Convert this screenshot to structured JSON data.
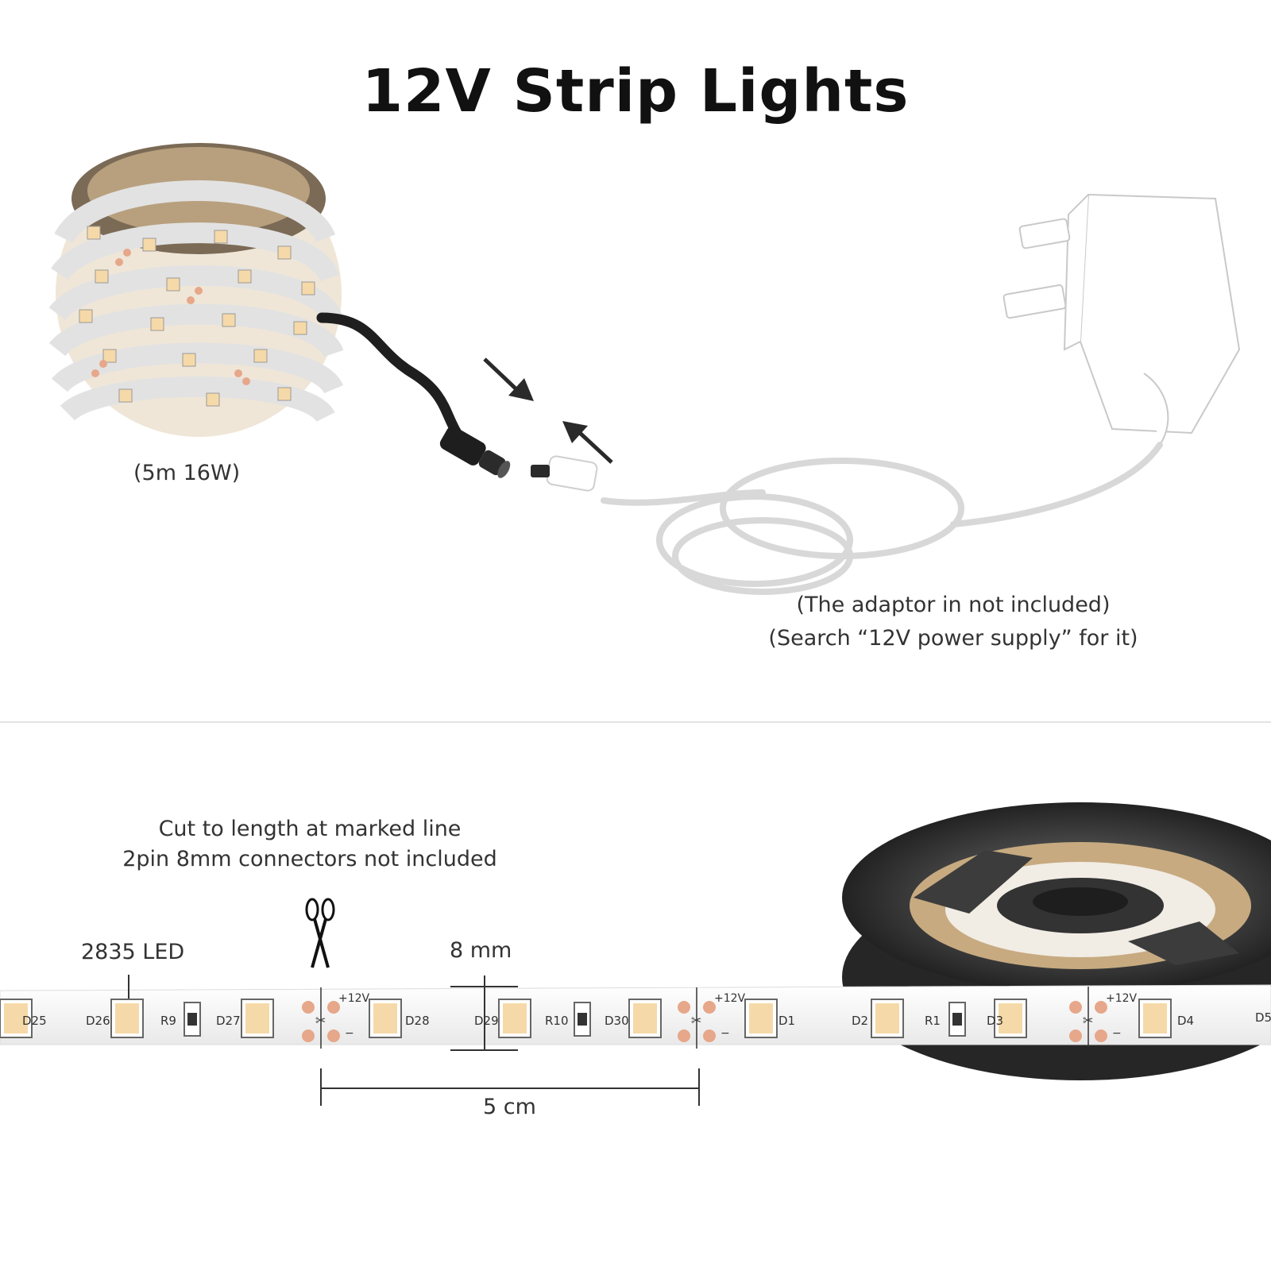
{
  "title": "12V Strip Lights",
  "roll_caption": "(5m 16W)",
  "adaptor": {
    "line1": "(The adaptor in not included)",
    "line2": "(Search “12V power supply” for it)"
  },
  "cut": {
    "line1": "Cut to length at marked line",
    "line2": "2pin 8mm connectors not included"
  },
  "labels": {
    "led": "2835 LED",
    "width": "8 mm",
    "spacing": "5 cm",
    "plus": "+12V",
    "minus": "−"
  },
  "strip_labels": [
    "D25",
    "D26",
    "R9",
    "D27",
    "D28",
    "D29",
    "R10",
    "D30",
    "D1",
    "D2",
    "R1",
    "D3",
    "D4",
    "D5"
  ],
  "colors": {
    "led": "#f6d9a8",
    "pad": "#e6a78a",
    "reel": "#3a3a3a",
    "strip": "#f4f4f4",
    "plug": "#222222"
  },
  "icons": [
    "scissors-icon",
    "arrow-icon"
  ]
}
